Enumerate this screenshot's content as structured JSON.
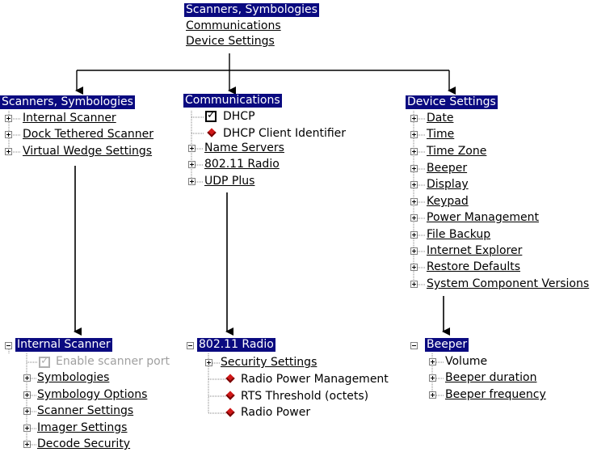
{
  "root": {
    "items": [
      "Scanners, Symbologies",
      "Communications",
      "Device Settings"
    ]
  },
  "col1": {
    "title": "Scanners, Symbologies",
    "items": [
      "Internal Scanner",
      "Dock Tethered Scanner",
      "Virtual Wedge Settings"
    ]
  },
  "col2": {
    "title": "Communications",
    "leaves": [
      "DHCP",
      "DHCP Client Identifier"
    ],
    "items": [
      "Name Servers",
      "802.11 Radio",
      "UDP Plus"
    ]
  },
  "col3": {
    "title": "Device Settings",
    "items": [
      "Date",
      "Time",
      "Time Zone",
      "Beeper",
      "Display",
      "Keypad",
      "Power Management",
      "File Backup",
      "Internet Explorer",
      "Restore Defaults",
      "System Component Versions"
    ]
  },
  "scanner": {
    "title": "Internal Scanner",
    "checkbox_label": "Enable scanner port",
    "items": [
      "Symbologies",
      "Symbology Options",
      "Scanner Settings",
      "Imager Settings",
      "Decode Security"
    ]
  },
  "radio": {
    "title": "802.11 Radio",
    "group": "Security Settings",
    "leaves": [
      "Radio Power Management",
      "RTS Threshold (octets)",
      "Radio Power"
    ]
  },
  "beeper": {
    "title": "Beeper",
    "items": [
      "Volume",
      "Beeper duration",
      "Beeper frequency"
    ]
  },
  "colors": {
    "selection": "#0a0a80",
    "diamond": "#d01818"
  }
}
